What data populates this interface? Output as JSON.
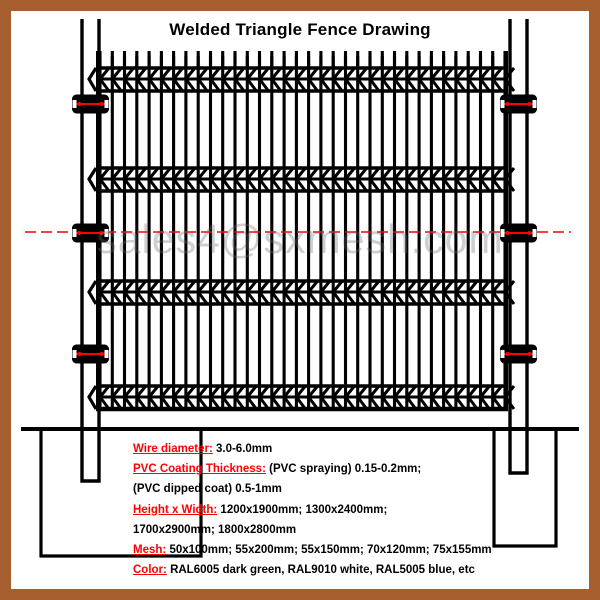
{
  "document": {
    "title": "Welded Triangle Fence Drawing",
    "watermark": "sales4@sxmesh.com",
    "border_color": "#a65e2e",
    "line_color": "#000000",
    "accent_color": "#ff0000"
  },
  "drawing": {
    "name": "welded-triangle-fence-elevation",
    "posts": 2,
    "brackets_per_post": 3,
    "mesh_bands": 4,
    "vertical_wires": 34,
    "centerline_style": "red-dashed"
  },
  "specs": [
    {
      "label": "Wire diameter:",
      "value": "3.0-6.0mm"
    },
    {
      "label": "PVC Coating Thickness:",
      "value": "(PVC spraying) 0.15-0.2mm;"
    },
    {
      "label": "",
      "value": "(PVC dipped coat) 0.5-1mm"
    },
    {
      "label": "Height x Width:",
      "value": "1200x1900mm; 1300x2400mm;"
    },
    {
      "label": "",
      "value": "1700x2900mm; 1800x2800mm"
    },
    {
      "label": "Mesh:",
      "value": "50x100mm; 55x200mm; 55x150mm; 70x120mm; 75x155mm"
    },
    {
      "label": "Color:",
      "value": "RAL6005 dark green, RAL9010 white, RAL5005 blue, etc"
    }
  ]
}
